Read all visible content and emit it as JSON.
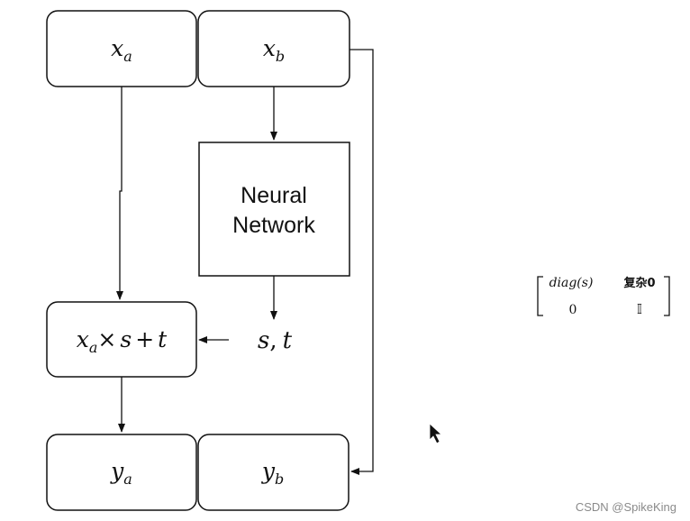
{
  "boxes": {
    "xa": {
      "var": "x",
      "sub": "a"
    },
    "xb": {
      "var": "x",
      "sub": "b"
    },
    "neural_network": {
      "line1": "Neural",
      "line2": "Network"
    },
    "affine": {
      "x": "x",
      "sub": "a",
      "op1": "×",
      "s": "s",
      "op2": "+",
      "t": "t"
    },
    "ya": {
      "var": "y",
      "sub": "a"
    },
    "yb": {
      "var": "y",
      "sub": "b"
    }
  },
  "st_label": {
    "s": "s",
    "comma": ",",
    "t": "t"
  },
  "matrix": {
    "r1c1": "diag(s)",
    "r1c2": "复杂0",
    "r2c1": "0",
    "r2c2": "𝕀"
  },
  "watermark": "CSDN @SpikeKing",
  "colors": {
    "stroke": "#111111",
    "watermark": "#8a8a8a",
    "background": "#ffffff"
  }
}
